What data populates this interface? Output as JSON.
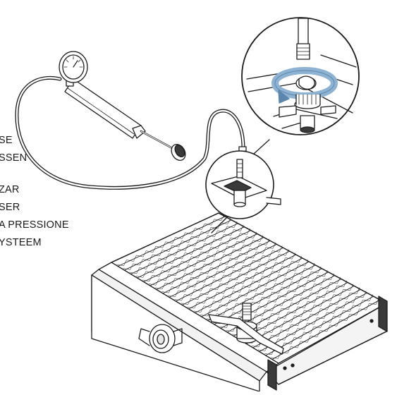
{
  "labels": {
    "l1": "SE",
    "l2": "SSEN",
    "l3": "ZAR",
    "l4": "SER",
    "l5": "A PRESSIONE",
    "l6": "YSTEEM"
  },
  "colors": {
    "line": "#1c1c1c",
    "rotation_arrow": "#8eb3d2",
    "rotation_arrow_dark": "#5d86ad",
    "background": "#ffffff",
    "shade": "#d9d9d9"
  },
  "icons": {
    "pressure_tester": "pressure-tester-icon",
    "pressure_gauge": "pressure-gauge-icon",
    "radiator": "radiator-icon",
    "radiator_cap": "radiator-cap-icon",
    "rotation_arrow": "rotation-arrow-icon"
  }
}
